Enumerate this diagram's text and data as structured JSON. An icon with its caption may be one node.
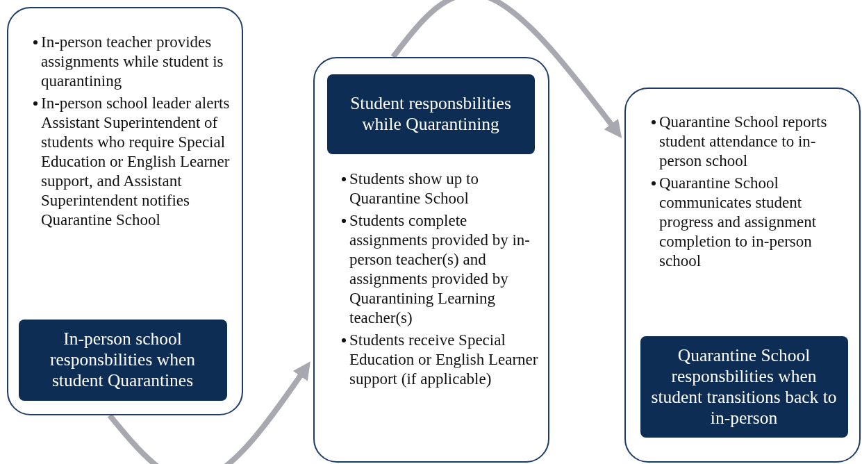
{
  "diagram": {
    "nodes": [
      {
        "text": [
          "In-person teacher provides assignments while student is quarantining",
          "In-person school leader alerts Assistant Superintendent of students who require Special Education or English Learner support, and Assistant Superintendent notifies Quarantine School"
        ]
      },
      {
        "text": [
          "In-person school responsbilities when student Quarantines"
        ],
        "in": 0
      },
      {
        "text": [
          "Students show up to Quarantine School",
          "Students complete assignments provided by in-person teacher(s) and assignments provided by Quarantining Learning teacher(s)",
          "Students receive Special Education or English Learner support (if applicable)"
        ]
      },
      {
        "text": [
          "Student responsbilities while Quarantining"
        ],
        "in": 2
      },
      {
        "text": [
          "Quarantine School reports student attendance to in-person school",
          "Quarantine School communicates student progress and assignment completion to in-person school"
        ]
      },
      {
        "text": [
          "Quarantine School responsbilities when student transitions back to in-person"
        ],
        "in": 4
      }
    ],
    "edges": [
      {
        "from": 0,
        "to": 2,
        "arrow": "to"
      },
      {
        "from": 2,
        "to": 4,
        "arrow": "to"
      }
    ]
  }
}
